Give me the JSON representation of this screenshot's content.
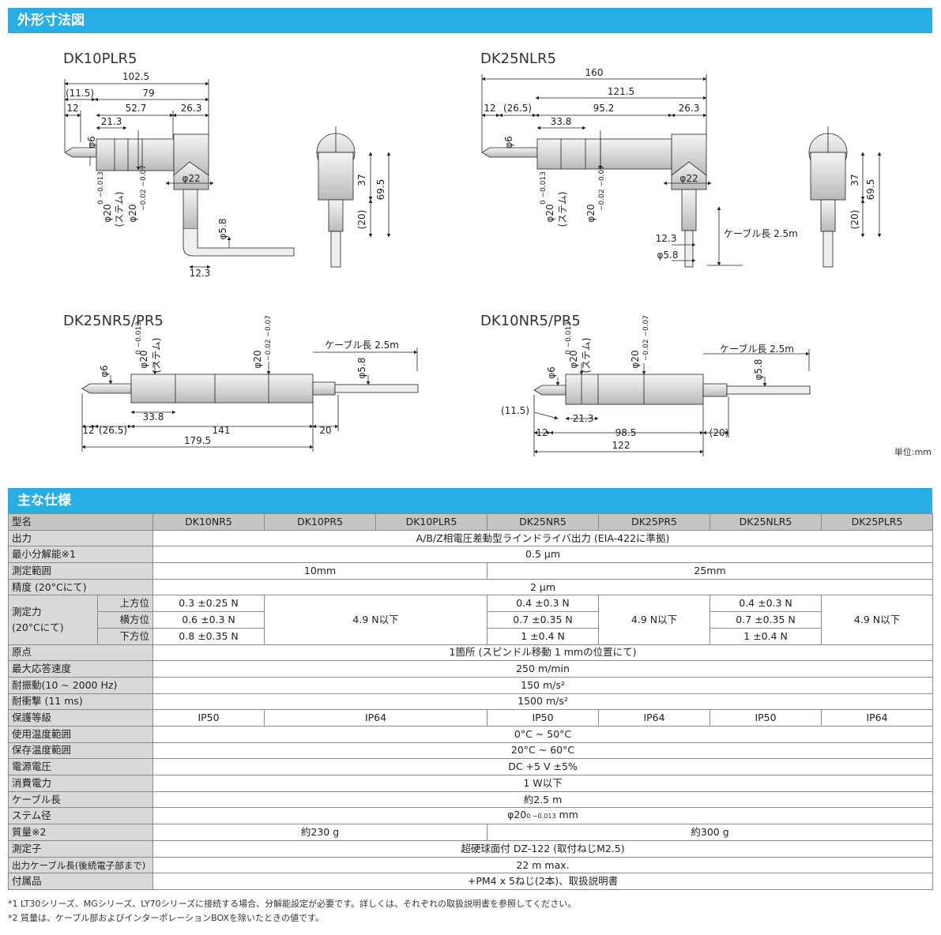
{
  "sections": {
    "dimensions_title": "外形寸法図",
    "specs_title": "主な仕様"
  },
  "drawings": {
    "dk10plr5": {
      "title": "DK10PLR5",
      "dims": [
        "102.5",
        "(11.5)",
        "79",
        "12",
        "52.7",
        "26.3",
        "21.3",
        "φ6",
        "φ22",
        "37",
        "69.5",
        "(20)",
        "φ5.8",
        "12.3"
      ],
      "stem_label": "φ20",
      "stem_tol": "0 −0.013",
      "stem_note": "(ステム)",
      "stem2_label": "φ20",
      "stem2_tol": "−0.02 −0.07"
    },
    "dk25nlr5": {
      "title": "DK25NLR5",
      "dims": [
        "160",
        "121.5",
        "12",
        "(26.5)",
        "95.2",
        "26.3",
        "33.8",
        "φ6",
        "φ22",
        "37",
        "69.5",
        "(20)",
        "12.3",
        "φ5.8",
        "ケーブル長 2.5m"
      ],
      "stem_label": "φ20",
      "stem_tol": "0 −0.013",
      "stem_note": "(ステム)",
      "stem2_label": "φ20",
      "stem2_tol": "−0.02 −0.07"
    },
    "dk25nr5": {
      "title": "DK25NR5/PR5",
      "dims": [
        "φ6",
        "φ5.8",
        "ケーブル長 2.5m",
        "33.8",
        "12",
        "(26.5)",
        "141",
        "20",
        "179.5"
      ],
      "stem_label": "φ20",
      "stem_tol": "0 −0.013",
      "stem_note": "(ステム)",
      "stem2_label": "φ20",
      "stem2_tol": "−0.02 −0.07"
    },
    "dk10nr5": {
      "title": "DK10NR5/PR5",
      "dims": [
        "φ6",
        "φ5.8",
        "ケーブル長 2.5m",
        "(11.5)",
        "21.3",
        "12",
        "98.5",
        "(20)",
        "122"
      ],
      "stem_label": "φ20",
      "stem_tol": "0 −0.013",
      "stem_note": "(ステム)",
      "stem2_label": "φ20",
      "stem2_tol": "−0.02 −0.07"
    },
    "unit": "単位:mm"
  },
  "spec": {
    "header": [
      "型名",
      "DK10NR5",
      "DK10PR5",
      "DK10PLR5",
      "DK25NR5",
      "DK25PR5",
      "DK25NLR5",
      "DK25PLR5"
    ],
    "output_label": "出力",
    "output_value": "A/B/Z相電圧差動型ラインドライバ出力 (EIA-422に準拠)",
    "resolution_label": "最小分解能※1",
    "resolution_value": "0.5 μm",
    "range_label": "測定範囲",
    "range_10": "10mm",
    "range_25": "25mm",
    "accuracy_label": "精度 (20°Cにて)",
    "accuracy_value": "2 μm",
    "force_label1": "測定力",
    "force_label2": "(20°Cにて)",
    "force_up": "上方位",
    "force_side": "横方位",
    "force_down": "下方位",
    "force_10_up": "0.3 ±0.25 N",
    "force_10_side": "0.6 ±0.3 N",
    "force_10_down": "0.8 ±0.35 N",
    "force_10_pr": "4.9 N以下",
    "force_25_up": "0.4 ±0.3 N",
    "force_25_side": "0.7 ±0.35 N",
    "force_25_down": "1 ±0.4 N",
    "force_25_pr": "4.9 N以下",
    "force_25l_up": "0.4 ±0.3 N",
    "force_25l_side": "0.7 ±0.35 N",
    "force_25l_down": "1 ±0.4 N",
    "force_25pl": "4.9 N以下",
    "origin_label": "原点",
    "origin_value": "1箇所 (スピンドル移動 1 mmの位置にて)",
    "response_label": "最大応答速度",
    "response_value": "250 m/min",
    "vibration_label": "耐振動(10 ~ 2000 Hz)",
    "vibration_value": "150 m/s²",
    "shock_label": "耐衝撃 (11 ms)",
    "shock_value": "1500 m/s²",
    "protection_label": "保護等級",
    "protection_values": [
      "IP50",
      "IP64",
      "IP50",
      "IP64",
      "IP50",
      "IP64"
    ],
    "optemp_label": "使用温度範囲",
    "optemp_value": "0°C ~ 50°C",
    "sttemp_label": "保存温度範囲",
    "sttemp_value": "20°C ~ 60°C",
    "voltage_label": "電源電圧",
    "voltage_value": "DC +5 V ±5%",
    "power_label": "消費電力",
    "power_value": "1 W以下",
    "cable_label": "ケーブル長",
    "cable_value": "約2.5 m",
    "stem_label": "ステム径",
    "stem_value_main": "φ20",
    "stem_value_tol": "0 −0.013",
    "stem_value_unit": "mm",
    "mass_label": "質量※2",
    "mass_10": "約230 g",
    "mass_25": "約300 g",
    "contact_label": "測定子",
    "contact_value": "超硬球面付 DZ-122 (取付ねじM2.5)",
    "outcable_label": "出力ケーブル長(後続電子部まで)",
    "outcable_value": "22 m max.",
    "accessory_label": "付属品",
    "accessory_value": "+PM4 x 5ねじ(2本)、取扱説明書"
  },
  "notes": [
    "*1 LT30シリーズ、MGシリーズ、LY70シリーズに接続する場合、分解能設定が必要です。詳しくは、それぞれの取扱説明書を参照してください。",
    "*2 質量は、ケーブル部およびインターポレーションBOXを除いたときの値です。"
  ]
}
